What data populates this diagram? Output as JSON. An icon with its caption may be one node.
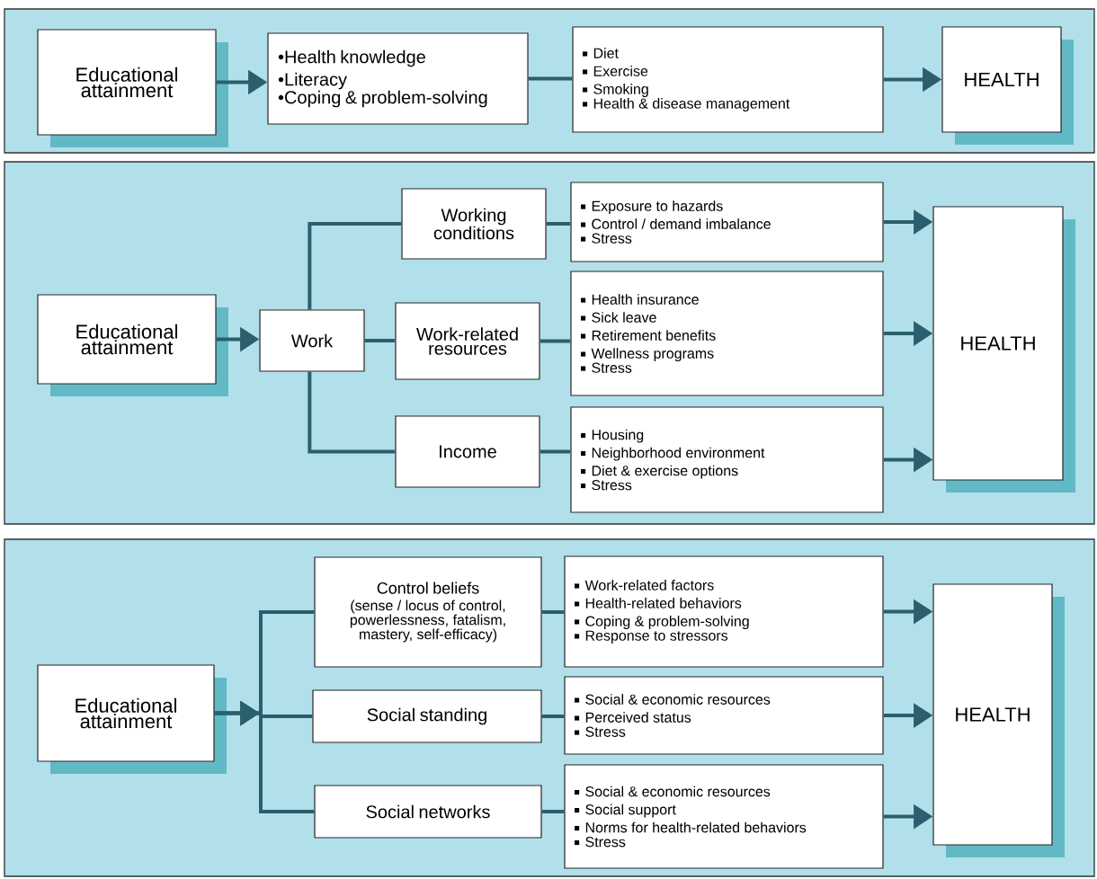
{
  "diagram": {
    "nodes": [
      {
        "text": [
          "Educational attainment"
        ]
      },
      {
        "text": [
          "•Health knowledge",
          "•Literacy",
          "•Coping & problem-solving"
        ]
      },
      {
        "text": [
          "Diet",
          "Exercise",
          "Smoking",
          "Health & disease management"
        ]
      },
      {
        "text": [
          "HEALTH"
        ]
      },
      {
        "text": [
          "Educational attainment"
        ]
      },
      {
        "text": [
          "Work"
        ]
      },
      {
        "text": [
          "Working conditions"
        ]
      },
      {
        "text": [
          "Work-related resources"
        ]
      },
      {
        "text": [
          "Income"
        ]
      },
      {
        "text": [
          "Exposure to hazards",
          "Control / demand imbalance",
          "Stress"
        ]
      },
      {
        "text": [
          "Health insurance",
          "Sick leave",
          "Retirement benefits",
          "Wellness programs",
          "Stress"
        ]
      },
      {
        "text": [
          "Housing",
          "Neighborhood environment",
          "Diet & exercise options",
          "Stress"
        ]
      },
      {
        "text": [
          "HEALTH"
        ]
      },
      {
        "text": [
          "Educational attainment"
        ]
      },
      {
        "text": [
          "Control beliefs",
          "(sense / locus of control, powerlessness, fatalism, mastery, self-efficacy)"
        ]
      },
      {
        "text": [
          "Social standing"
        ]
      },
      {
        "text": [
          "Social networks"
        ]
      },
      {
        "text": [
          "Work-related factors",
          "Health-related behaviors",
          "Coping & problem-solving",
          "Response to stressors"
        ]
      },
      {
        "text": [
          "Social & economic resources",
          "Perceived status",
          "Stress"
        ]
      },
      {
        "text": [
          "Social & economic resources",
          "Social support",
          "Norms for health-related behaviors",
          "Stress"
        ]
      },
      {
        "text": [
          "HEALTH"
        ]
      }
    ],
    "edges": [
      {
        "from": 0,
        "to": 1,
        "arrow": "to"
      },
      {
        "from": 1,
        "to": 2,
        "arrow": "none"
      },
      {
        "from": 2,
        "to": 3,
        "arrow": "to"
      },
      {
        "from": 4,
        "to": 5,
        "arrow": "to"
      },
      {
        "from": 5,
        "to": 6,
        "arrow": "none"
      },
      {
        "from": 5,
        "to": 7,
        "arrow": "none"
      },
      {
        "from": 5,
        "to": 8,
        "arrow": "none"
      },
      {
        "from": 6,
        "to": 9,
        "arrow": "none"
      },
      {
        "from": 7,
        "to": 10,
        "arrow": "none"
      },
      {
        "from": 8,
        "to": 11,
        "arrow": "none"
      },
      {
        "from": 9,
        "to": 12,
        "arrow": "to"
      },
      {
        "from": 10,
        "to": 12,
        "arrow": "to"
      },
      {
        "from": 11,
        "to": 12,
        "arrow": "to"
      },
      {
        "from": 13,
        "to": 14,
        "arrow": "to"
      },
      {
        "from": 13,
        "to": 15,
        "arrow": "to"
      },
      {
        "from": 13,
        "to": 16,
        "arrow": "to"
      },
      {
        "from": 14,
        "to": 17,
        "arrow": "none"
      },
      {
        "from": 15,
        "to": 18,
        "arrow": "none"
      },
      {
        "from": 16,
        "to": 19,
        "arrow": "none"
      },
      {
        "from": 17,
        "to": 20,
        "arrow": "to"
      },
      {
        "from": 18,
        "to": 20,
        "arrow": "to"
      },
      {
        "from": 19,
        "to": 20,
        "arrow": "to"
      }
    ]
  }
}
